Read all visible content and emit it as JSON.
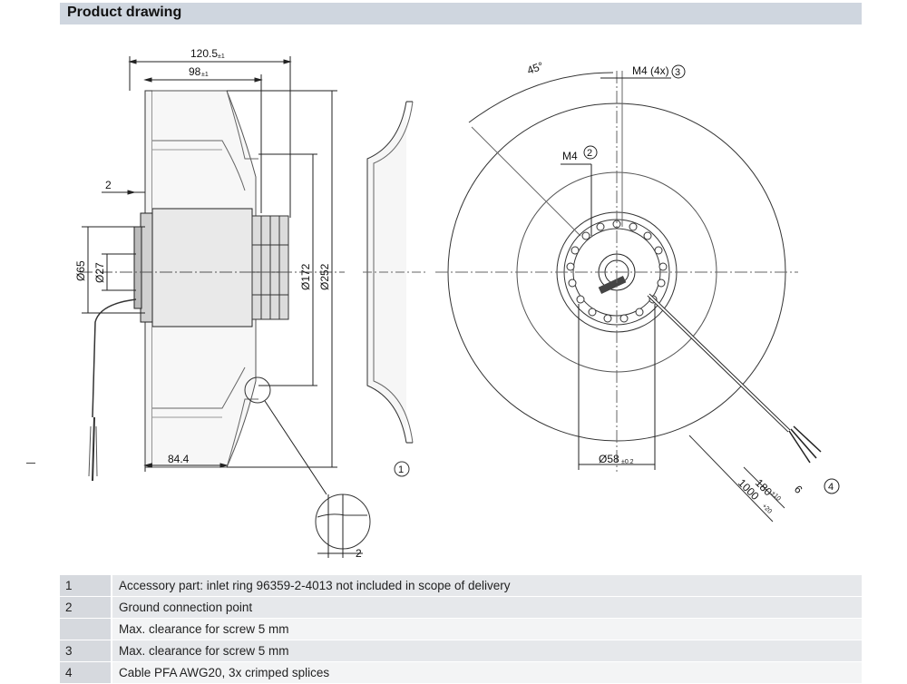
{
  "header": {
    "title": "Product drawing"
  },
  "dimensions": {
    "width_overall": "120.5",
    "width_overall_tol": "±1",
    "width_98": "98",
    "width_98_tol": "±1",
    "dim_2_top": "2",
    "dia_65": "Ø65",
    "dia_27": "Ø27",
    "dia_172": "Ø172",
    "dia_252": "Ø252",
    "width_84": "84.4",
    "dim_2_detail": "2",
    "angle_45": "45°",
    "m4_4x": "M4 (4x)",
    "m4": "M4",
    "dia_58": "Ø58",
    "dia_58_tol": "±0.2",
    "len_180": "180",
    "len_180_tol": "±10",
    "len_1000": "1000",
    "len_1000_tol": "+20",
    "len_6": "6"
  },
  "callouts": {
    "c1": "1",
    "c2": "2",
    "c3": "3",
    "c4": "4"
  },
  "notes": [
    {
      "num": "1",
      "text": "Accessory part: inlet ring 96359-2-4013 not included in scope of delivery"
    },
    {
      "num": "2",
      "text": "Ground connection point"
    },
    {
      "num": "",
      "text": "Max. clearance for screw 5 mm"
    },
    {
      "num": "3",
      "text": "Max. clearance for screw 5 mm"
    },
    {
      "num": "4",
      "text": "Cable PFA AWG20, 3x crimped splices"
    }
  ]
}
